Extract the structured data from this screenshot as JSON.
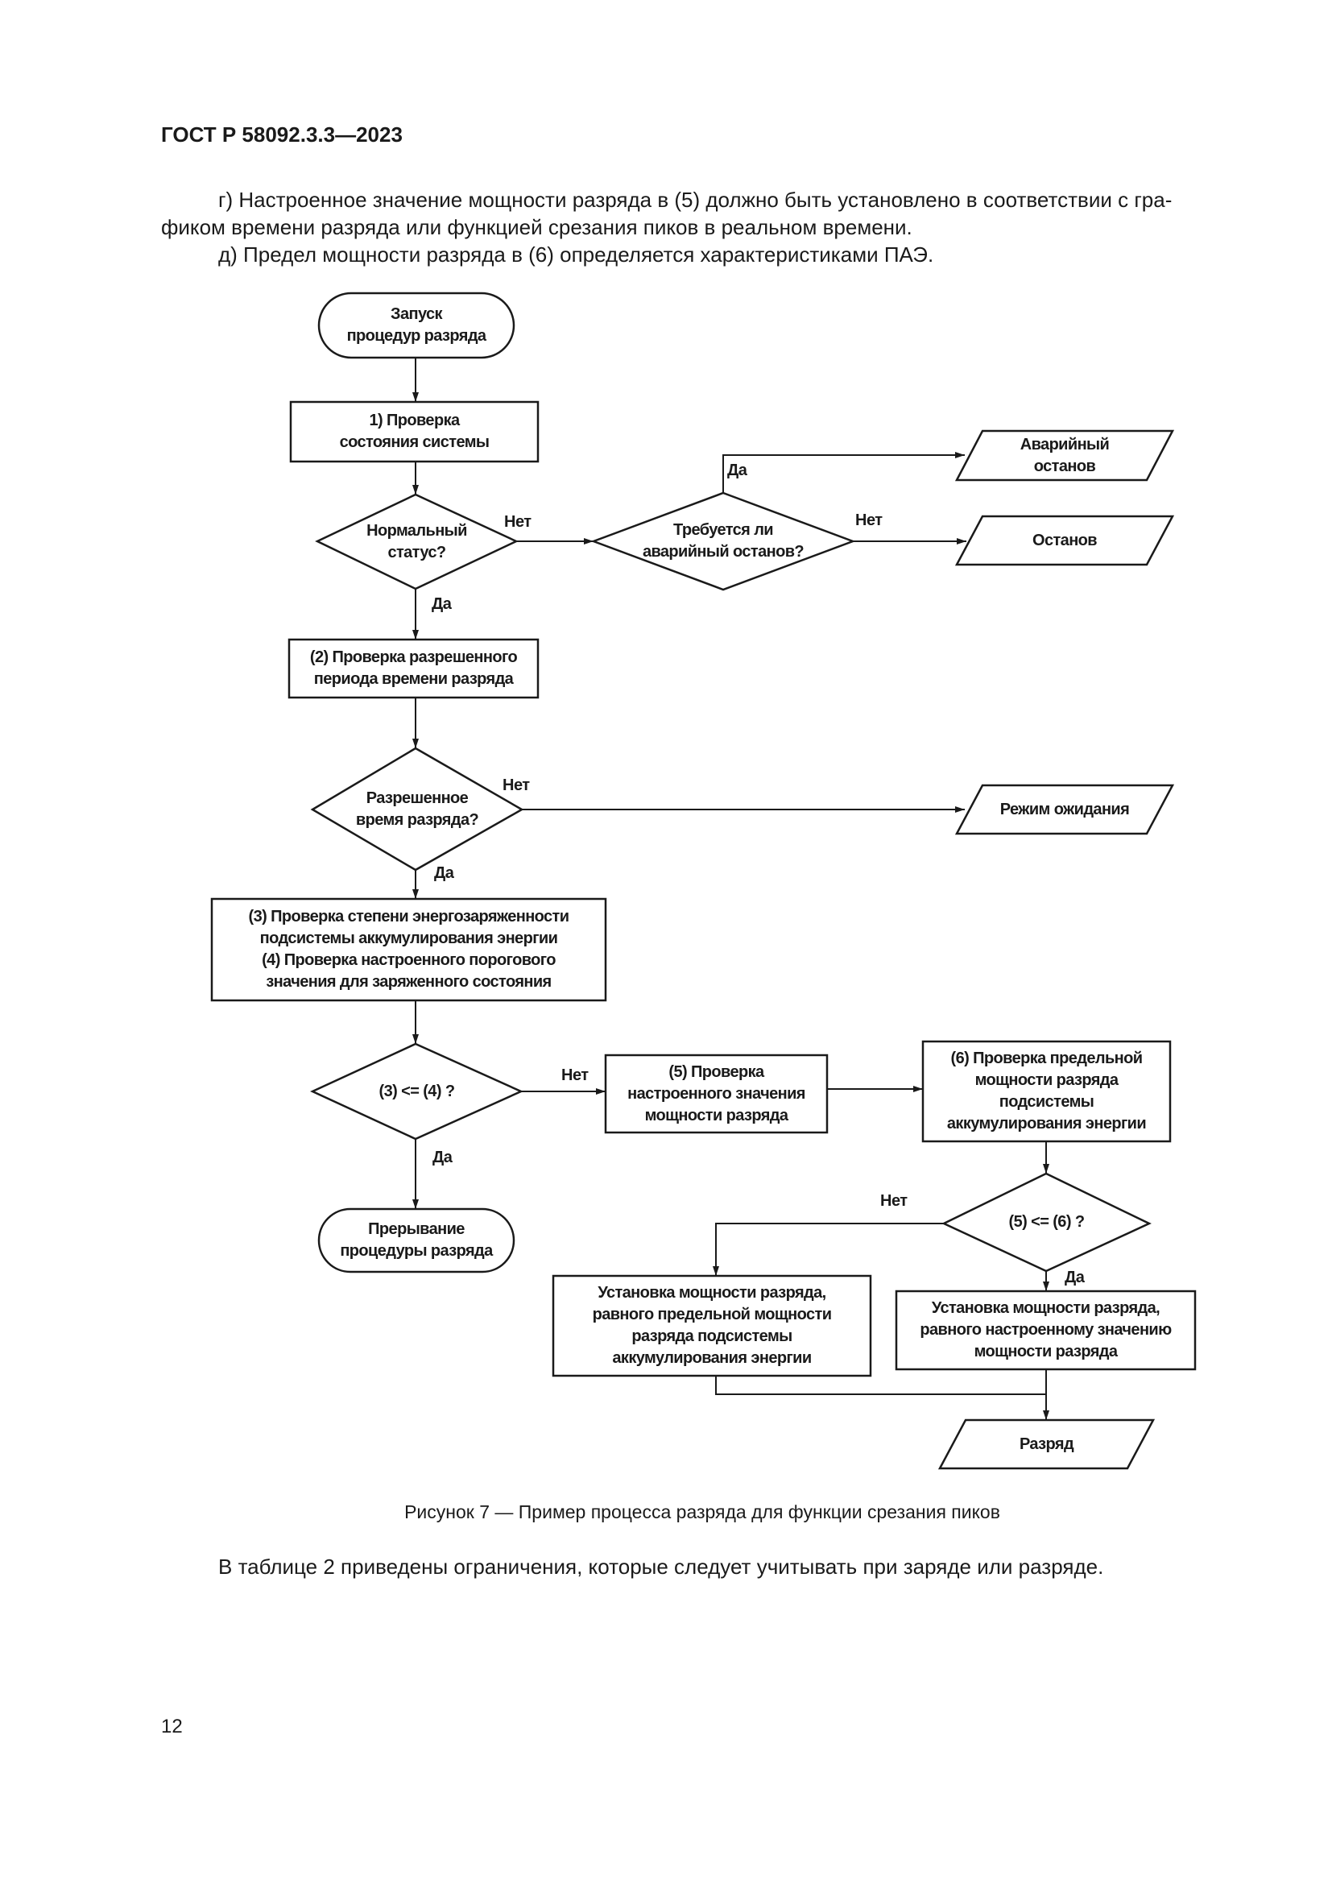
{
  "header": {
    "standard": "ГОСТ Р 58092.3.3—2023"
  },
  "intro": {
    "line1": "г) Настроенное значение мощности разряда в (5) должно быть установлено в соответствии с гра-",
    "line2": "фиком времени разряда или функцией срезания пиков в реальном времени.",
    "line3": "д) Предел мощности разряда в (6) определяется характеристиками ПАЭ."
  },
  "flowchart": {
    "start": "Запуск\nпроцедур разряда",
    "check_system": "1) Проверка\nсостояния системы",
    "normal_status": "Нормальный\nстатус?",
    "emergency_required": "Требуется ли\nаварийный останов?",
    "emergency_stop": "Аварийный\nостанов",
    "stop": "Останов",
    "check_period": "(2) Проверка разрешенного\nпериода времени разряда",
    "allowed_time": "Разрешенное\nвремя разряда?",
    "standby": "Режим ожидания",
    "check_soc": "(3) Проверка степени энергозаряженности\nподсистемы аккумулирования энергии\n(4) Проверка настроенного порогового\nзначения для заряженного состояния",
    "cmp34": "(3) <= (4) ?",
    "check_setpoint": "(5) Проверка\nнастроенного значения\nмощности разряда",
    "check_limit": "(6) Проверка предельной\nмощности разряда\nподсистемы\nаккумулирования энергии",
    "abort": "Прерывание\nпроцедуры разряда",
    "cmp56": "(5) <= (6) ?",
    "set_limit": "Установка мощности разряда,\nравного предельной мощности\nразряда подсистемы\nаккумулирования энергии",
    "set_setpoint": "Установка мощности разряда,\nравного настроенному значению\nмощности разряда",
    "discharge": "Разряд",
    "labels": {
      "yes": "Да",
      "no": "Нет"
    }
  },
  "caption": "Рисунок 7 — Пример процесса разряда для функции срезания пиков",
  "outro": "В таблице 2 приведены ограничения, которые следует учитывать при заряде или разряде.",
  "page_number": "12"
}
